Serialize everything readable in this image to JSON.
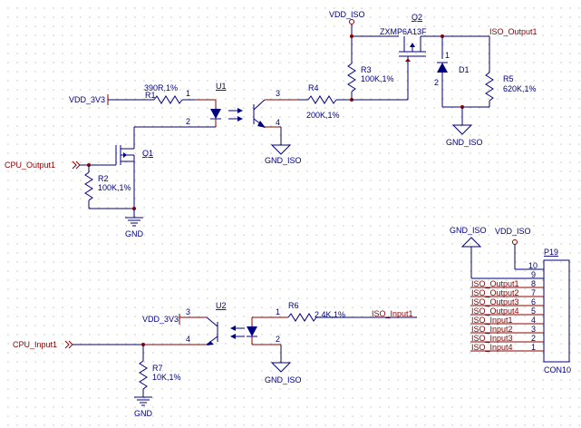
{
  "schematic": {
    "power_nets": {
      "vdd_3v3_top": "VDD_3V3",
      "vdd_3v3_bottom": "VDD_3V3",
      "vdd_iso_top": "VDD_ISO",
      "vdd_iso_conn": "VDD_ISO",
      "gnd_iso_u1": "GND_ISO",
      "gnd_iso_d1": "GND_ISO",
      "gnd_iso_conn": "GND_ISO",
      "gnd_iso_u2": "GND_ISO",
      "gnd_q1": "GND",
      "gnd_r7": "GND"
    },
    "ports": {
      "cpu_output1": "CPU_Output1",
      "cpu_input1": "CPU_Input1",
      "iso_output1": "ISO_Output1",
      "iso_input1": "ISO_Input1"
    },
    "components": {
      "r1": {
        "ref": "R1",
        "value": "390R,1%"
      },
      "r2": {
        "ref": "R2",
        "value": "100K,1%"
      },
      "r3": {
        "ref": "R3",
        "value": "100K,1%"
      },
      "r4": {
        "ref": "R4",
        "value": "200K,1%"
      },
      "r5": {
        "ref": "R5",
        "value": "620K,1%"
      },
      "r6": {
        "ref": "R6",
        "value": "2.4K,1%"
      },
      "r7": {
        "ref": "R7",
        "value": "10K,1%"
      },
      "u1": {
        "ref": "U1"
      },
      "u2": {
        "ref": "U2"
      },
      "q1": {
        "ref": "Q1"
      },
      "q2": {
        "ref": "Q2",
        "value": "ZXMP6A13F"
      },
      "d1": {
        "ref": "D1"
      },
      "p19": {
        "ref": "P19",
        "value": "CON10"
      }
    },
    "pin_numbers": {
      "u1_1": "1",
      "u1_2": "2",
      "u1_3": "3",
      "u1_4": "4",
      "u2_1": "1",
      "u2_2": "2",
      "u2_3": "3",
      "u2_4": "4",
      "d1_1": "1",
      "d1_2": "2"
    },
    "connector_pins": [
      {
        "num": "10",
        "label": ""
      },
      {
        "num": "9",
        "label": ""
      },
      {
        "num": "8",
        "label": "ISO_Output1"
      },
      {
        "num": "7",
        "label": "ISO_Output2"
      },
      {
        "num": "6",
        "label": "ISO_Output3"
      },
      {
        "num": "5",
        "label": "ISO_Output4"
      },
      {
        "num": "4",
        "label": "ISO_Input1"
      },
      {
        "num": "3",
        "label": "ISO_Input2"
      },
      {
        "num": "2",
        "label": "ISO_Input3"
      },
      {
        "num": "1",
        "label": "ISO_Input4"
      }
    ],
    "colors": {
      "wire": "#000080",
      "pin": "#8b0000",
      "background": "#ffffff"
    }
  }
}
